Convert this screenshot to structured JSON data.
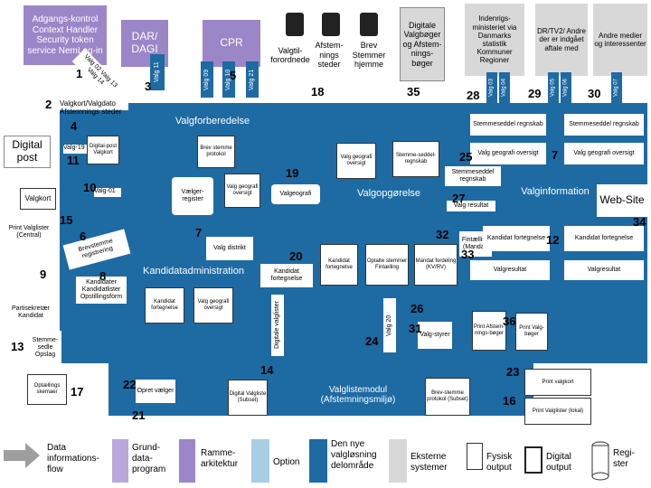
{
  "top_boxes": {
    "adgangskontrol": "Adgangs-kontrol Context Handler Security token service NemLog-in",
    "dar": "DAR/ DAGI",
    "cpr": "CPR",
    "digitale_valgboger": "Digitale Valgbøger og Afstem-nings-bøger",
    "indenrigs": "Indenrigs-ministeriet via Danmarks statistik Kommuner Regioner",
    "dr_tv2": "DR/TV2/ Andre der er indgået aftale med",
    "andre_medier": "Andre medier og interessenter"
  },
  "docs": {
    "valgtilforordnede": "Valgtil-forordnede",
    "afstemningssteder": "Afstem-nings steder",
    "brev_stemmer": "Brev Stemmer hjemme"
  },
  "vertical_labels": {
    "valg11": "Valg 11",
    "valg09": "Valg 09",
    "valg10": "Valg 10",
    "valg21": "Valg 21",
    "valg03": "Valg 03",
    "valg04": "Valg 04",
    "valg05": "Valg 05",
    "valg06": "Valg 06",
    "valg07": "Valg 07",
    "valg02_rot": "Valg 02 Valg 13 Valg 14",
    "digitale_valglister": "Digitale valglister",
    "valg20": "Valg 20"
  },
  "numbers": {
    "n1": "1",
    "n2": "2",
    "n3": "3",
    "n4": "4",
    "n5": "5",
    "n6": "6",
    "n7": "7",
    "n8": "8",
    "n9": "9",
    "n10": "10",
    "n11": "11",
    "n12": "12",
    "n13": "13",
    "n14": "14",
    "n15": "15",
    "n16": "16",
    "n17": "17",
    "n18": "18",
    "n19": "19",
    "n20": "20",
    "n21": "21",
    "n22": "22",
    "n23": "23",
    "n24": "24",
    "n25": "25",
    "n26": "26",
    "n27": "27",
    "n28": "28",
    "n29": "29",
    "n30": "30",
    "n31": "31",
    "n32": "32",
    "n33": "33",
    "n34": "34",
    "n35": "35",
    "n36": "36"
  },
  "left": {
    "valgkort_valgdato": "Valgkort/Valgdato Afstemnings steder",
    "digital_post": "Digital post",
    "valg19": "Valg-19",
    "digital_post_valgkort": "Digital-post Valgkort",
    "valg01": "Valg-01",
    "valgkort": "Valgkort",
    "print_valglister": "Print Valglister (Central)",
    "brevstemme": "Brevstemme registrering",
    "kandidater": "Kandidater Kandidatlister Opstillingsform",
    "partisekretaer": "Partisekretær Kandidat",
    "stemmesedle": "Stemme-sedle Opslag",
    "optaellingsskemaer": "Optællings skemaer"
  },
  "sections": {
    "valgforberedelse": "Valgforberedelse",
    "valgopgorelse": "Valgopgørelse",
    "valginformation": "Valginformation",
    "kandidatadministration": "Kandidatadministration",
    "web_site": "Web-Site",
    "valglistemodul": "Valglistemodul (Afstemningsmiljø)"
  },
  "inner": {
    "brevstemme_protokol": "Brev stemme protokol",
    "valger_register": "Vælger-register",
    "valg_geografi_oversigt": "Valg geografi oversigt",
    "valgeografi": "Valgeografi",
    "valg_geografi_oversigt2": "Valg geografi oversigt",
    "stemme_seddel_regnskab": "Stemme-seddel-regnskab",
    "stemmeseddel_regnskab": "Stemmeseddel regnskab",
    "valg_resultat": "Valg resultat",
    "stemmeseddel_regnskab_r1": "Stemmeseddel regnskab",
    "stemmeseddel_regnskab_r2": "Stemmeseddel regnskab",
    "valg_geografi_r1": "Valg geografi oversigt",
    "valg_geografi_r2": "Valg geografi oversigt",
    "valg_distrikt": "Valg distrikt",
    "kandidat_fortegnelse": "Kandidat fortegnelse",
    "kandidat_fortegnelse2": "Kandidat fortegnelse",
    "valg_geografi_k": "Valg geografi oversigt",
    "kandidat_fortegnelse_m": "Kandidat fortegnelse",
    "kandidat_fortegnelse_o": "Kandidat fortegnelse",
    "optalte_stemmer": "Optalte stemmer Fintælling",
    "mandat_fordeling": "Mandat fordeling (KV/RV)",
    "fintaelling_mandat": "Fintælling (Mandat)",
    "kandidat_fortegnelse_r1": "Kandidat fortegnelse",
    "kandidat_fortegnelse_r2": "Kandidat fortegnelse",
    "valgresultat_r1": "Valgresultat",
    "valgresultat_r2": "Valgresultat",
    "valgstyrer": "Valg-styrer",
    "print_afstemningsboger": "Print Afstem-nings-bøger",
    "print_valgboger": "Print Valg-bøger",
    "print_valgkort": "Print valgkort",
    "print_valglister_lokal": "Print Valglister (lokal)",
    "opret_vaelger": "Opret vælger",
    "digital_valgliste": "Digital Valgliste (Subset)",
    "brevstemme_protokol_subset": "Brev-stemme protokol (Subset)"
  },
  "legend": {
    "data_flow": "Data informations-flow",
    "grunddata": "Grund-data-program",
    "rammearkitektur": "Ramme-arkitektur",
    "option": "Option",
    "den_nye": "Den nye valgløsning delområde",
    "eksterne": "Eksterne systemer",
    "fysisk": "Fysisk output",
    "digital_output": "Digital output",
    "registre": "Regi-ster"
  },
  "colors": {
    "purple": "#9b86c8",
    "blue": "#1e6aa3",
    "light_blue": "#a9cde3",
    "grey": "#d8d8d8"
  }
}
